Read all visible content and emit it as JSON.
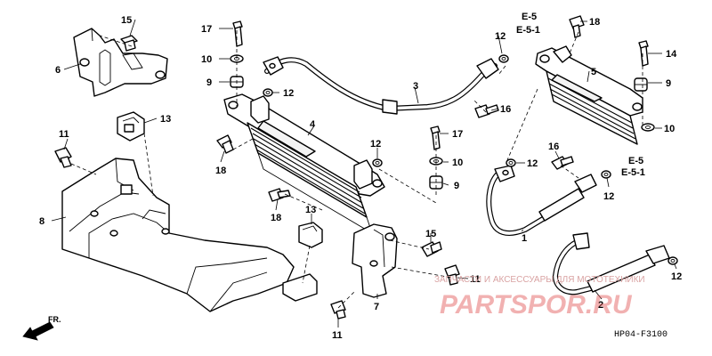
{
  "callouts": [
    "1",
    "2",
    "3",
    "4",
    "5",
    "6",
    "7",
    "8",
    "9",
    "9",
    "9",
    "10",
    "10",
    "10",
    "11",
    "11",
    "11",
    "12",
    "12",
    "12",
    "12",
    "12",
    "12",
    "13",
    "13",
    "14",
    "15",
    "15",
    "16",
    "16",
    "17",
    "17",
    "18",
    "18",
    "18"
  ],
  "refs": {
    "e5_a": "E-5",
    "e51_a": "E-5-1",
    "e5_b": "E-5",
    "e51_b": "E-5-1"
  },
  "front_label": "FR.",
  "diagram_code": "HP04-F3100",
  "watermark": {
    "small": "ЗАПЧАСТИ И АКСЕССУАРЫ ДЛЯ МОТОТЕХНИКИ",
    "big": "PARTSPOR.RU"
  }
}
